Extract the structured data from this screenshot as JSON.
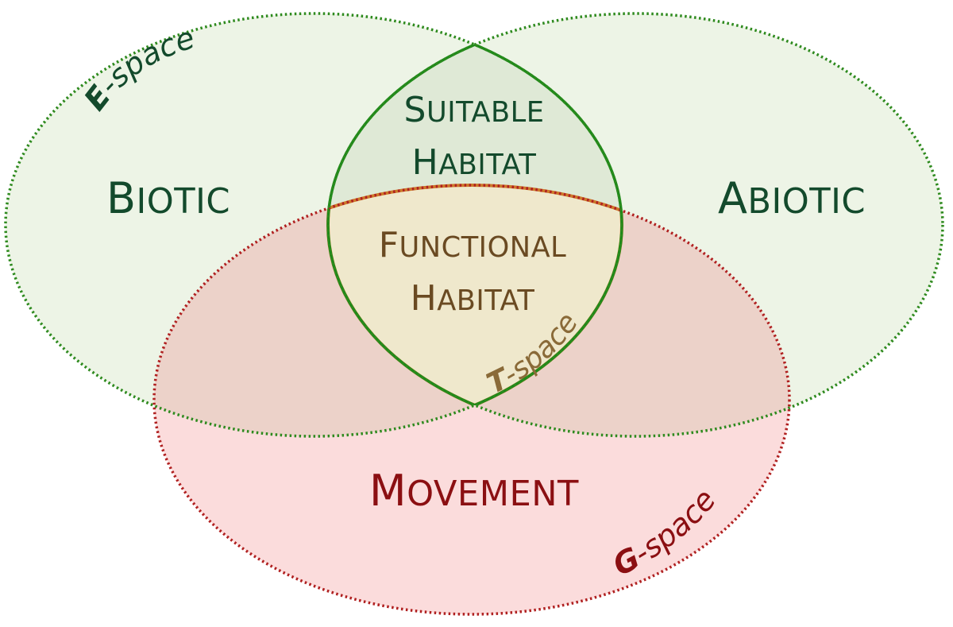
{
  "labels": {
    "biotic": "Biotic",
    "abiotic": "Abiotic",
    "movement": "Movement",
    "suitable_line1": "Suitable",
    "suitable_line2": "habitat",
    "functional_line1": "Functional",
    "functional_line2": "habitat"
  },
  "space_labels": {
    "e": {
      "letter": "E",
      "suffix": "-space"
    },
    "t": {
      "letter": "T",
      "suffix": "-space"
    },
    "g": {
      "letter": "G",
      "suffix": "-space"
    }
  },
  "colors": {
    "green_fill": "#edf4e6",
    "green_overlap_fill": "#dfe9d6",
    "green_stroke": "#2e8a1e",
    "green_lens_stroke": "#1f8a1a",
    "red_fill": "#fbdcdc",
    "red_overlap_fill": "#ecd2c9",
    "red_stroke": "#b02020",
    "functional_fill": "#efe8cc",
    "functional_stroke": "#cc7a2a",
    "dark_green_text": "#134a2c",
    "dark_red_text": "#8b0f12",
    "brown_text": "#6a4a22",
    "t_space_text": "#8a6a38"
  }
}
